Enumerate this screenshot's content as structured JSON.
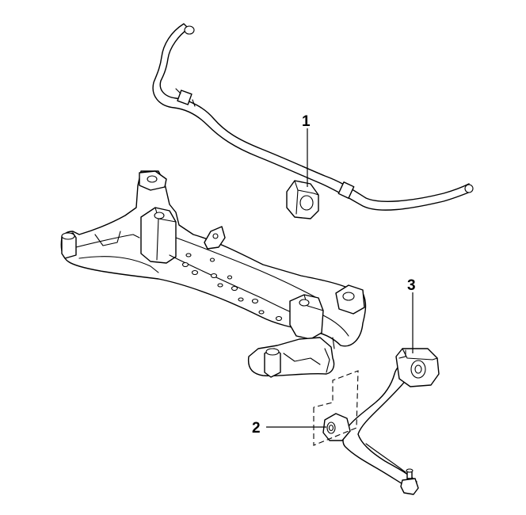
{
  "diagram": {
    "callouts": [
      {
        "id": "1",
        "label": "1",
        "part": "stabilizer-bar-bushing"
      },
      {
        "id": "2",
        "label": "2",
        "part": "control-arm-front-bushing"
      },
      {
        "id": "3",
        "label": "3",
        "part": "control-arm-rear-bushing"
      }
    ],
    "colors": {
      "line": "#000000",
      "background": "#ffffff"
    }
  }
}
